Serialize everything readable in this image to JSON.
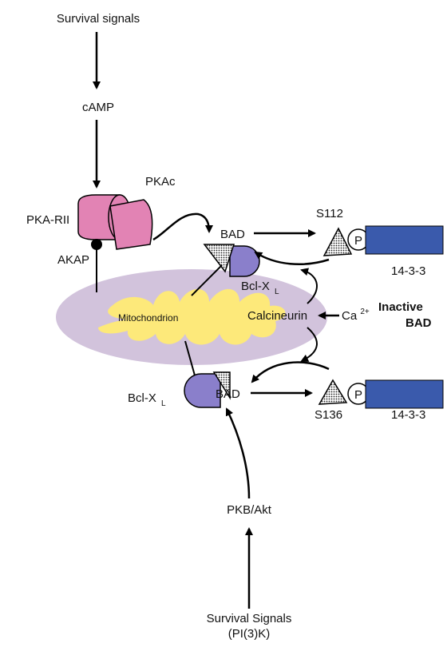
{
  "colors": {
    "pka_pink": "#e283b4",
    "bcl_purple": "#8a7fcb",
    "mito_outer": "#d2c3dc",
    "mito_inner": "#fde97a",
    "protein_blue": "#3a5aac",
    "arrow": "#000000"
  },
  "labels": {
    "survival_signals_top": "Survival signals",
    "camp": "cAMP",
    "pka_rii": "PKA-RII",
    "pkac": "PKAc",
    "akap": "AKAP",
    "bad_top": "BAD",
    "bcl_top": "Bcl-X",
    "bcl_top_sub": "L",
    "mitochondrion": "Mitochondrion",
    "s112": "S112",
    "p_top": "P",
    "protein1433_top": "14-3-3",
    "calcineurin": "Calcineurin",
    "ca": "Ca",
    "ca_sup": "2+",
    "inactive": "Inactive",
    "inactive_bad": "BAD",
    "bcl_bottom": "Bcl-X",
    "bcl_bottom_sub": "L",
    "bad_bottom": "BAD",
    "s136": "S136",
    "p_bottom": "P",
    "protein1433_bottom": "14-3-3",
    "pkb_akt": "PKB/Akt",
    "survival_signals_bottom": "Survival Signals",
    "pi3k": "(PI(3)K)"
  },
  "icons": [
    "phosphate-circle-icon",
    "bad-triangle-icon",
    "anchor-dot-icon"
  ]
}
